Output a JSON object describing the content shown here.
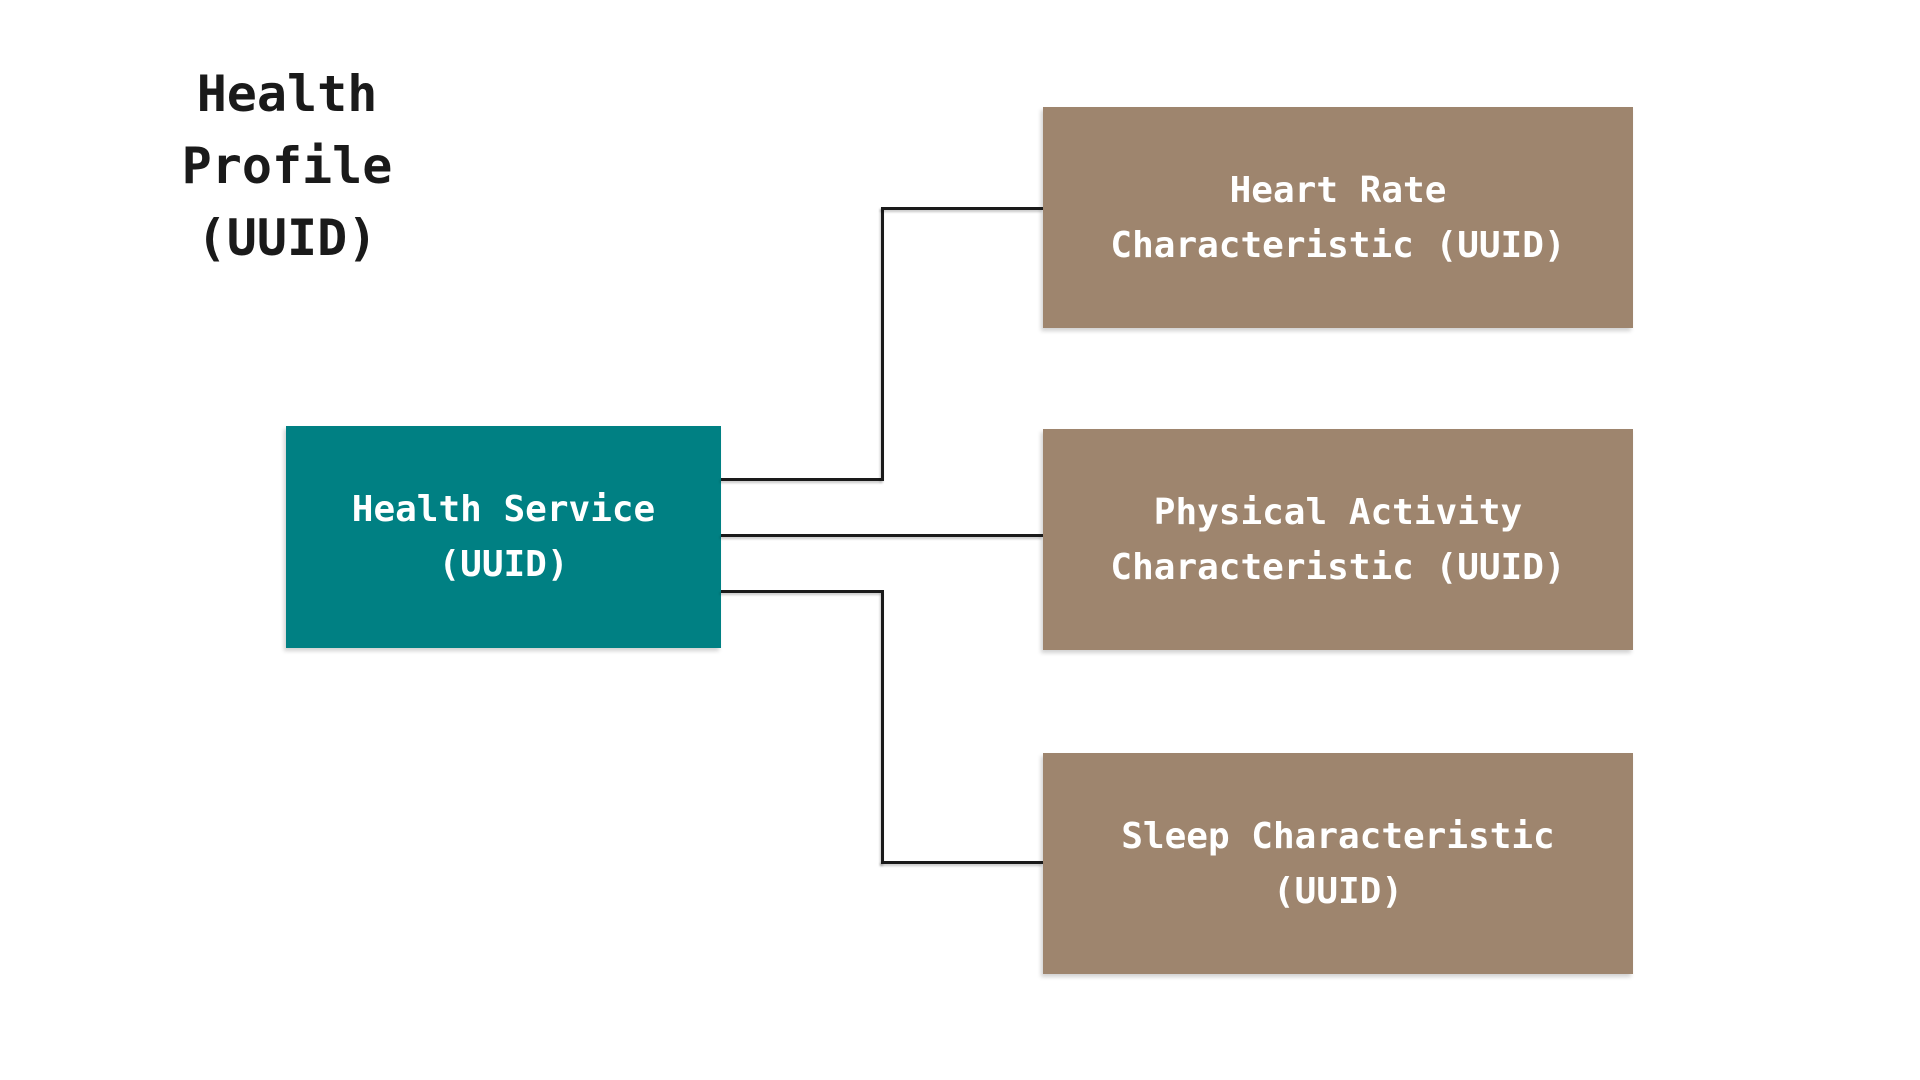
{
  "title": {
    "line1": "Health Profile",
    "line2": "(UUID)"
  },
  "nodes": {
    "service": {
      "line1": "Health Service",
      "line2": "(UUID)"
    },
    "characteristics": [
      {
        "line1": "Heart Rate",
        "line2": "Characteristic (UUID)"
      },
      {
        "line1": "Physical Activity",
        "line2": "Characteristic (UUID)"
      },
      {
        "line1": "Sleep Characteristic",
        "line2": "(UUID)"
      }
    ]
  },
  "colors": {
    "background": "#ffffff",
    "service_fill": "#008083",
    "characteristic_fill": "#9e856e",
    "node_text": "#ffffff",
    "title_text": "#1a1a1a",
    "connector": "#1a1a1a"
  }
}
